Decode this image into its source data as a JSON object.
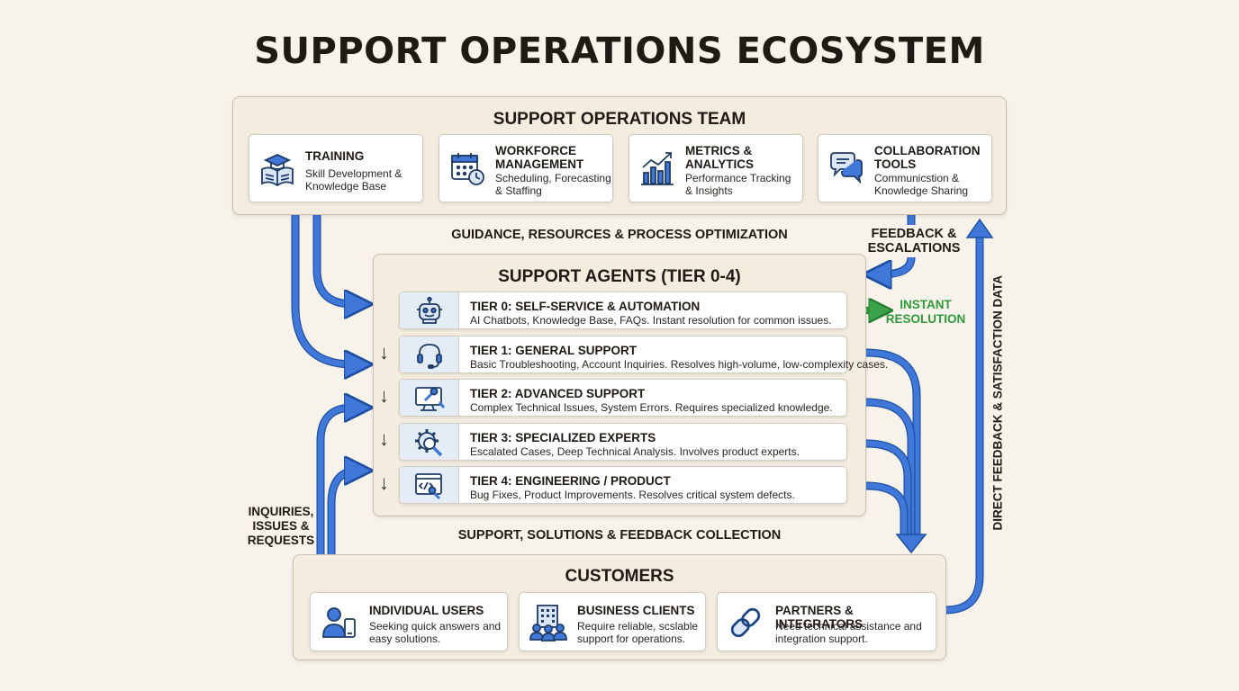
{
  "title": "SUPPORT OPERATIONS ECOSYSTEM",
  "team": {
    "title": "SUPPORT OPERATIONS TEAM",
    "cards": [
      {
        "title": "TRAINING",
        "desc": "Skill Development &\nKnowledge Base",
        "icon": "training-book-icon"
      },
      {
        "title": "WORKFORCE\nMANAGEMENT",
        "desc": "Scheduling, Forecasting\n& Staffing",
        "icon": "calendar-clock-icon"
      },
      {
        "title": "METRICS &\nANALYTICS",
        "desc": "Performance Tracking\n& Insights",
        "icon": "bar-chart-icon"
      },
      {
        "title": "COLLABORATION\nTOOLS",
        "desc": "Communicstion &\nKnowledge Sharing",
        "icon": "chat-bubbles-icon"
      }
    ]
  },
  "flows": {
    "guidance": "GUIDANCE, RESOURCES & PROCESS OPTIMIZATION",
    "feedback_escalations": "FEEDBACK &\nESCALATIONS",
    "instant_resolution": "INSTANT\nRESOLUTION",
    "direct_feedback": "DIRECT FEEDBACK & SATISFACTION DATA",
    "inquiries": "INQUIRIES,\nISSUES &\nREQUESTS",
    "support_solutions": "SUPPORT, SOLUTIONS & FEEDBACK COLLECTION"
  },
  "agents": {
    "title": "SUPPORT AGENTS (TIER 0-4)",
    "tiers": [
      {
        "title": "TIER 0: SELF-SERVICE & AUTOMATION",
        "desc": "AI Chatbots, Knowledge Base, FAQs. Instant resolution for common issues.",
        "icon": "robot-icon"
      },
      {
        "title": "TIER 1: GENERAL SUPPORT",
        "desc": "Basic Troubleshooting, Account Inquiries. Resolves high-volume, low-complexity cases.",
        "icon": "headset-icon"
      },
      {
        "title": "TIER 2: ADVANCED SUPPORT",
        "desc": "Complex Technical Issues, System Errors. Requires specialized knowledge.",
        "icon": "monitor-wrench-icon"
      },
      {
        "title": "TIER 3: SPECIALIZED EXPERTS",
        "desc": "Escalated Cases, Deep Technical Analysis. Involves product experts.",
        "icon": "gear-search-icon"
      },
      {
        "title": "TIER 4: ENGINEERING / PRODUCT",
        "desc": "Bug Fixes, Product Improvements. Resolves critical system defects.",
        "icon": "code-window-icon"
      }
    ]
  },
  "customers": {
    "title": "CUSTOMERS",
    "cards": [
      {
        "title": "INDIVIDUAL USERS",
        "desc": "Seeking quick answers and\neasy solutions.",
        "icon": "user-phone-icon"
      },
      {
        "title": "BUSINESS CLIENTS",
        "desc": "Require reliable, scslable\nsupport for operations.",
        "icon": "building-people-icon"
      },
      {
        "title": "PARTNERS & INTEGRATORS",
        "desc": "Need technical assistance and\nintegration support.",
        "icon": "chain-link-icon"
      }
    ]
  },
  "colors": {
    "arrow_blue": "#3f78d8",
    "arrow_green": "#3aa24a",
    "panel_bg": "#f3ecdf",
    "page_bg": "#f7f3ea"
  }
}
